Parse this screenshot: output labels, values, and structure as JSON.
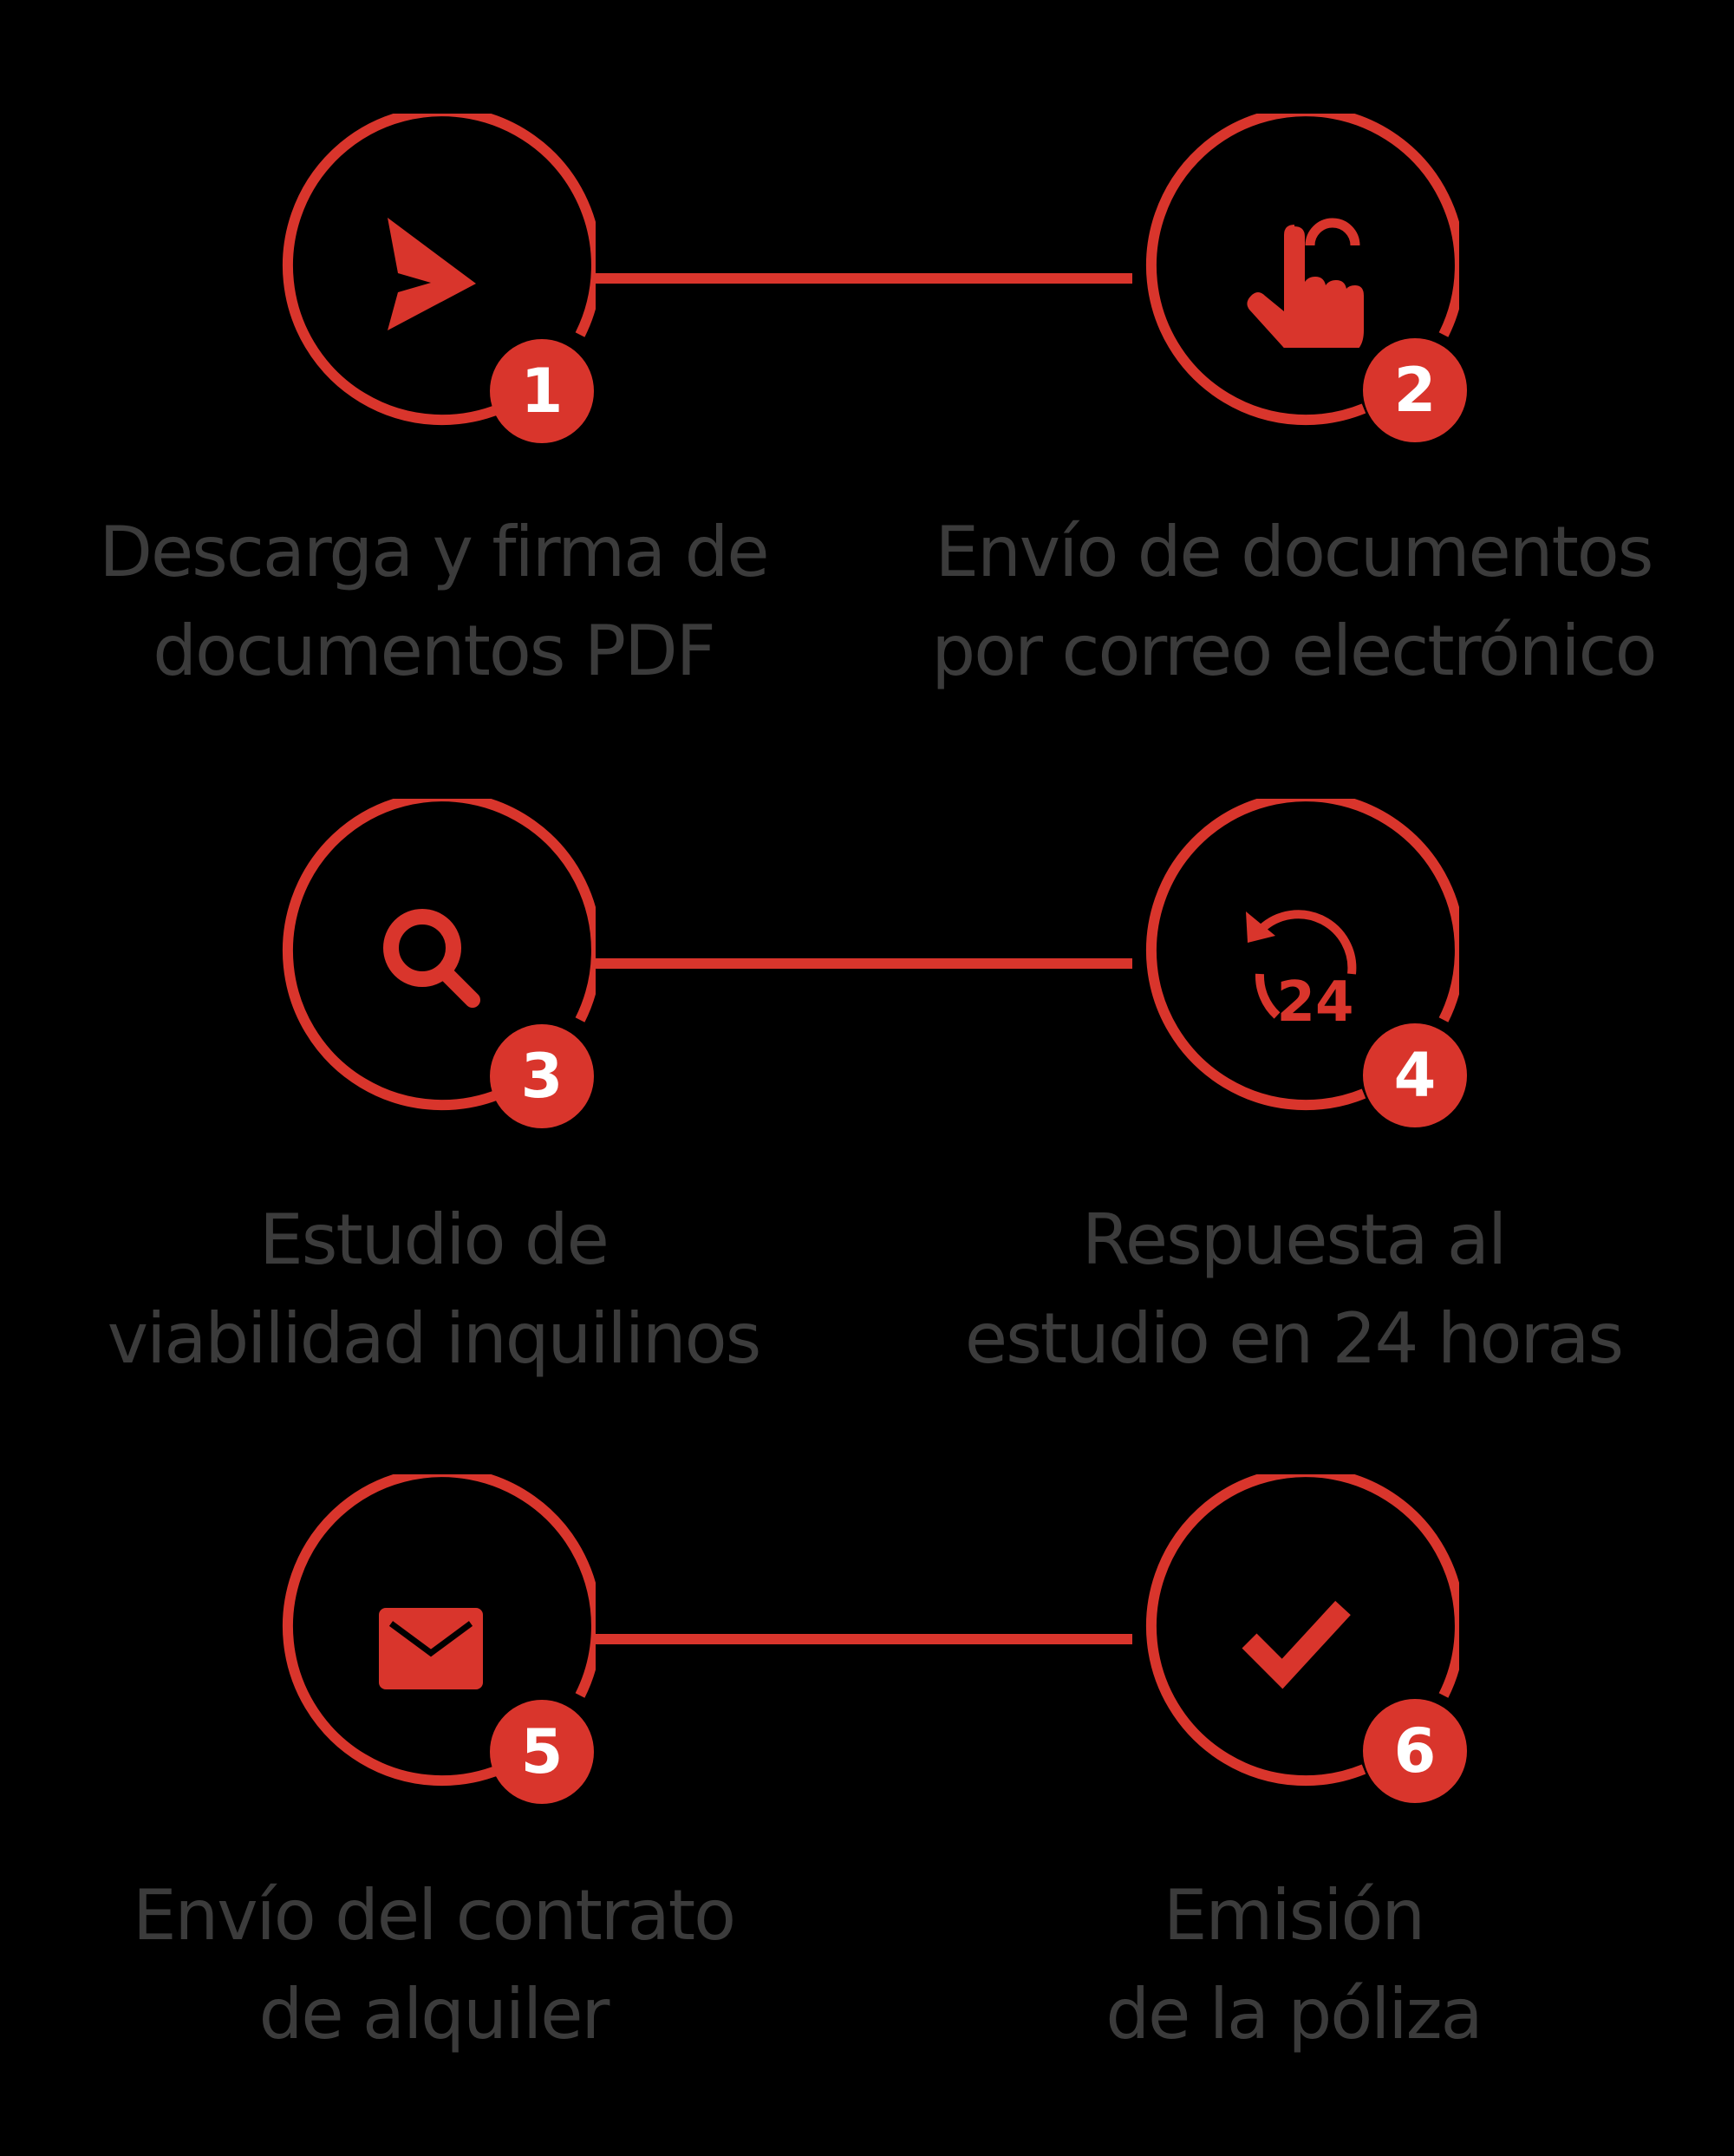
{
  "colors": {
    "accent": "#d9352c",
    "text": "#3b3b3b",
    "background": "#000000",
    "badge_text": "#ffffff"
  },
  "steps": [
    {
      "number": "1",
      "icon": "send-arrow-icon",
      "label_lines": [
        "Descarga y firma de",
        "documentos PDF"
      ]
    },
    {
      "number": "2",
      "icon": "tap-hand-icon",
      "label_lines": [
        "Envío de documentos",
        "por correo electrónico"
      ]
    },
    {
      "number": "3",
      "icon": "search-icon",
      "label_lines": [
        "Estudio de",
        "viabilidad inquilinos"
      ]
    },
    {
      "number": "4",
      "icon": "24-hours-icon",
      "label_lines": [
        "Respuesta al",
        "estudio en 24 horas"
      ]
    },
    {
      "number": "5",
      "icon": "envelope-icon",
      "label_lines": [
        "Envío del contrato",
        "de alquiler"
      ]
    },
    {
      "number": "6",
      "icon": "checkmark-icon",
      "label_lines": [
        "Emisión",
        "de la póliza"
      ]
    }
  ],
  "icon_text": {
    "hours": "24"
  }
}
